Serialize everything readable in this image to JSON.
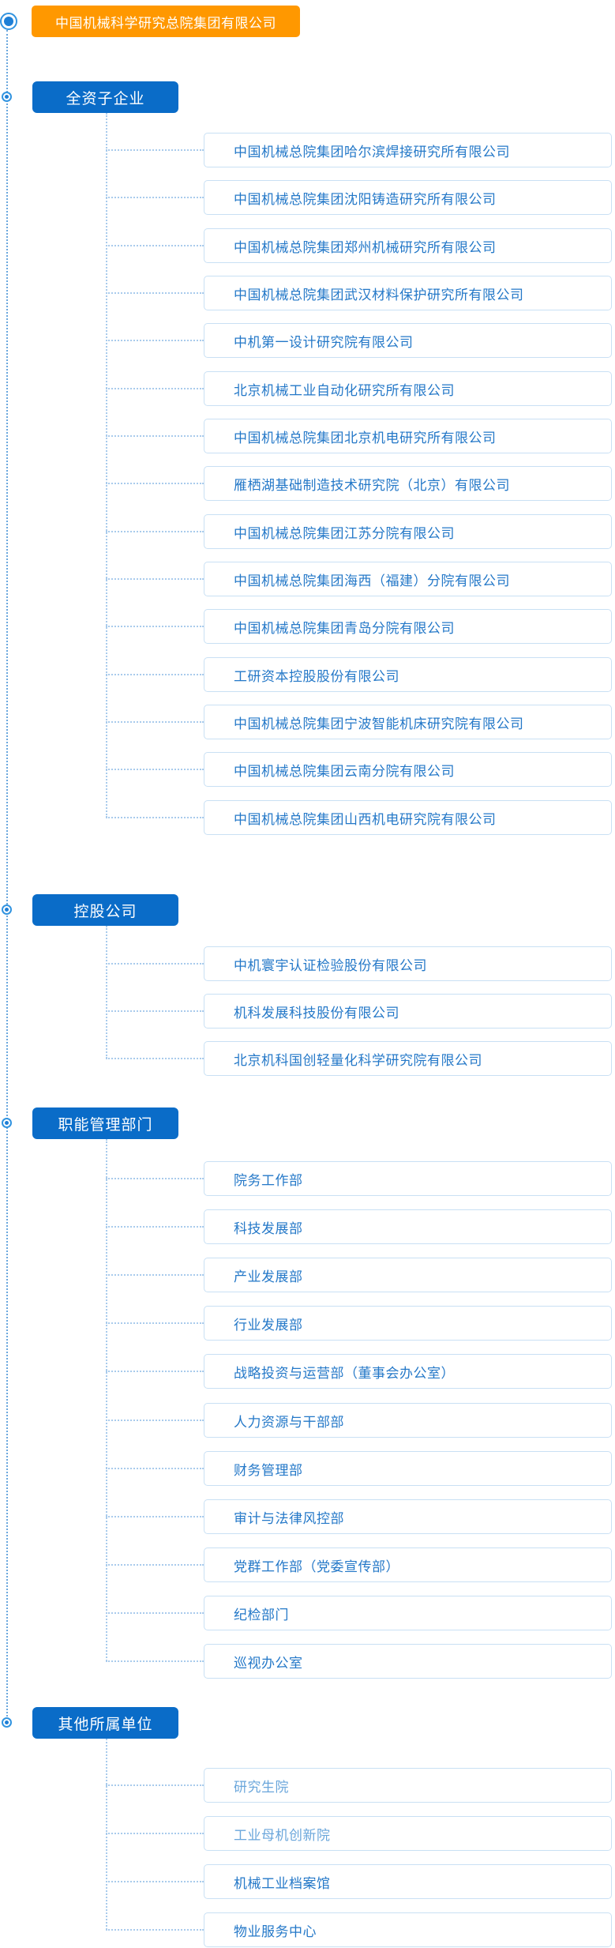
{
  "root": {
    "label": "中国机械科学研究总院集团有限公司"
  },
  "sections": [
    {
      "label": "全资子企业",
      "items": [
        {
          "label": "中国机械总院集团哈尔滨焊接研究所有限公司"
        },
        {
          "label": "中国机械总院集团沈阳铸造研究所有限公司"
        },
        {
          "label": "中国机械总院集团郑州机械研究所有限公司"
        },
        {
          "label": "中国机械总院集团武汉材料保护研究所有限公司"
        },
        {
          "label": "中机第一设计研究院有限公司"
        },
        {
          "label": "北京机械工业自动化研究所有限公司"
        },
        {
          "label": "中国机械总院集团北京机电研究所有限公司"
        },
        {
          "label": "雁栖湖基础制造技术研究院（北京）有限公司"
        },
        {
          "label": "中国机械总院集团江苏分院有限公司"
        },
        {
          "label": "中国机械总院集团海西（福建）分院有限公司"
        },
        {
          "label": "中国机械总院集团青岛分院有限公司"
        },
        {
          "label": "工研资本控股股份有限公司"
        },
        {
          "label": "中国机械总院集团宁波智能机床研究院有限公司"
        },
        {
          "label": "中国机械总院集团云南分院有限公司"
        },
        {
          "label": "中国机械总院集团山西机电研究院有限公司"
        }
      ]
    },
    {
      "label": "控股公司",
      "items": [
        {
          "label": "中机寰宇认证检验股份有限公司"
        },
        {
          "label": "机科发展科技股份有限公司"
        },
        {
          "label": "北京机科国创轻量化科学研究院有限公司"
        }
      ]
    },
    {
      "label": "职能管理部门",
      "items": [
        {
          "label": "院务工作部"
        },
        {
          "label": "科技发展部"
        },
        {
          "label": "产业发展部"
        },
        {
          "label": "行业发展部"
        },
        {
          "label": "战略投资与运营部（董事会办公室）"
        },
        {
          "label": "人力资源与干部部"
        },
        {
          "label": "财务管理部"
        },
        {
          "label": "审计与法律风控部"
        },
        {
          "label": "党群工作部（党委宣传部）"
        },
        {
          "label": "纪检部门"
        },
        {
          "label": "巡视办公室"
        }
      ]
    },
    {
      "label": "其他所属单位",
      "items": [
        {
          "label": "研究生院",
          "muted": true
        },
        {
          "label": "工业母机创新院",
          "muted": true
        },
        {
          "label": "机械工业档案馆"
        },
        {
          "label": "物业服务中心"
        }
      ]
    }
  ],
  "colors": {
    "root_box_bg": "#ff9800",
    "root_box_text": "#ffffff",
    "section_header_bg": "#0a6cc8",
    "section_header_text": "#ffffff",
    "item_border": "#c9e0f4",
    "item_bg": "#ffffff",
    "item_text": "#2478c8",
    "item_text_muted": "#6aa6db",
    "connector_main": "#6aa7dd",
    "connector_sub": "#a9cbec",
    "bullet_ring": "#3294e0",
    "bullet_dot": "#1e7fd6"
  }
}
